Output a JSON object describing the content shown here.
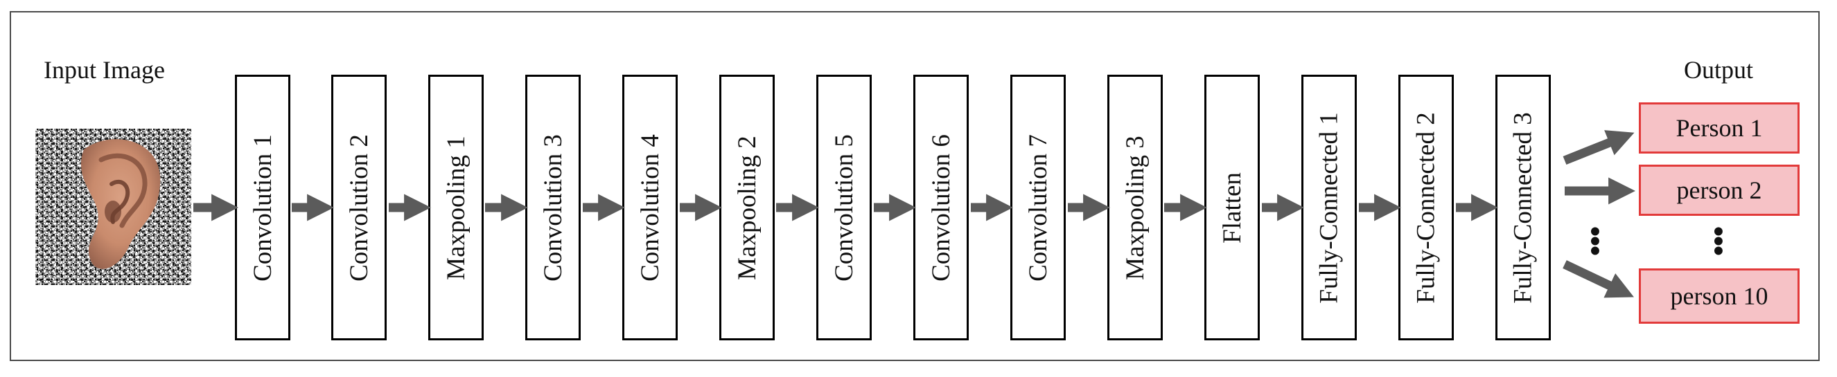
{
  "input": {
    "title": "Input Image",
    "image": "ear-on-noise"
  },
  "layers": [
    {
      "label": "Convolution 1",
      "kind": "conv"
    },
    {
      "label": "Convolution 2",
      "kind": "conv"
    },
    {
      "label": "Maxpooling 1",
      "kind": "pool"
    },
    {
      "label": "Convolution 3",
      "kind": "conv"
    },
    {
      "label": "Convolution 4",
      "kind": "conv"
    },
    {
      "label": "Maxpooling 2",
      "kind": "pool"
    },
    {
      "label": "Convolution 5",
      "kind": "conv"
    },
    {
      "label": "Convolution 6",
      "kind": "conv"
    },
    {
      "label": "Convolution 7",
      "kind": "conv"
    },
    {
      "label": "Maxpooling 3",
      "kind": "pool"
    },
    {
      "label": "Flatten",
      "kind": "flat"
    },
    {
      "label": "Fully-Connected 1",
      "kind": "fc"
    },
    {
      "label": "Fully-Connected 2",
      "kind": "fc"
    },
    {
      "label": "Fully-Connected 3",
      "kind": "fc"
    }
  ],
  "output": {
    "title": "Output",
    "classes": [
      "Person 1",
      "person 2",
      "person 10"
    ]
  },
  "colors": {
    "conv_fill": "#fde9a0",
    "conv_border": "#b89a35",
    "pool_fill": "#abb9f6",
    "pool_border": "#2b3a86",
    "flatten_fill": "#f2b2a3",
    "flatten_border": "#c43a2f",
    "fc_fill": "#cae6b2",
    "fc_border": "#5e8a44",
    "output_fill": "#f6c2c6",
    "output_border": "#e23a3a",
    "arrow": "#5b5b5b"
  }
}
